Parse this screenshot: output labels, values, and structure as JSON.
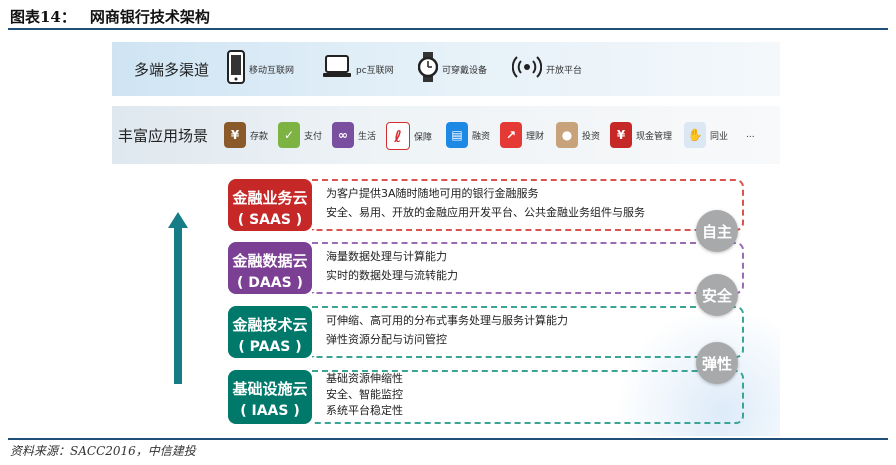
{
  "figure": {
    "number": "图表14：",
    "title": "网商银行技术架构"
  },
  "source": "资料来源：SACC2016，中信建投",
  "terminals": {
    "label": "多端多渠道",
    "items": [
      {
        "icon": "mobile-phone-icon",
        "label": "移动互联网"
      },
      {
        "icon": "laptop-icon",
        "label": "pc互联网"
      },
      {
        "icon": "smartwatch-icon",
        "label": "可穿戴设备"
      },
      {
        "icon": "wireless-signal-icon",
        "label": "开放平台"
      }
    ]
  },
  "scenarios": {
    "label": "丰富应用场景",
    "items": [
      {
        "icon": "deposit-icon",
        "label": "存款",
        "color": "#8a5a2b"
      },
      {
        "icon": "payment-icon",
        "label": "支付",
        "color": "#7cb342"
      },
      {
        "icon": "life-icon",
        "label": "生活",
        "color": "#7b4fa0"
      },
      {
        "icon": "insurance-icon",
        "label": "保障",
        "color": "#d32f2f"
      },
      {
        "icon": "financing-icon",
        "label": "融资",
        "color": "#1e88e5"
      },
      {
        "icon": "wealth-icon",
        "label": "理财",
        "color": "#e53935"
      },
      {
        "icon": "investment-icon",
        "label": "投资",
        "color": "#c8a27a"
      },
      {
        "icon": "cash-management-icon",
        "label": "现金管理",
        "color": "#c62828"
      },
      {
        "icon": "peer-industry-icon",
        "label": "同业",
        "color": "#1565c0"
      }
    ],
    "more": "..."
  },
  "layers": [
    {
      "name": "金融业务云",
      "abbr": "( SAAS )",
      "color": "#c62828",
      "desc": [
        "为客户提供3A随时随地可用的银行金融服务",
        "安全、易用、开放的金融应用开发平台、公共金融业务组件与服务"
      ]
    },
    {
      "name": "金融数据云",
      "abbr": "( DAAS )",
      "color": "#7b3f93",
      "desc": [
        "海量数据处理与计算能力",
        "实时的数据处理与流转能力"
      ]
    },
    {
      "name": "金融技术云",
      "abbr": "( PAAS )",
      "color": "#00796b",
      "desc": [
        "可伸缩、高可用的分布式事务处理与服务计算能力",
        "弹性资源分配与访问管控"
      ]
    },
    {
      "name": "基础设施云",
      "abbr": "( IAAS )",
      "color": "#00796b",
      "desc": [
        "基础资源伸缩性",
        "安全、智能监控",
        "系统平台稳定性"
      ]
    }
  ],
  "badges": [
    "自主",
    "安全",
    "弹性"
  ],
  "colors": {
    "rule": "#1f4e79",
    "arrow": "#167d86",
    "badge": "#a7a9ab"
  }
}
